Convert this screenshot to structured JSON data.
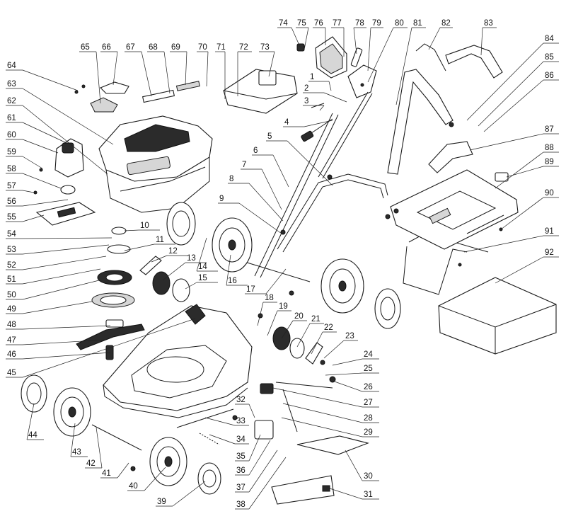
{
  "labels": [
    "1",
    "2",
    "3",
    "4",
    "5",
    "6",
    "7",
    "8",
    "9",
    "10",
    "11",
    "12",
    "13",
    "14",
    "15",
    "16",
    "17",
    "18",
    "19",
    "20",
    "21",
    "22",
    "23",
    "24",
    "25",
    "26",
    "27",
    "28",
    "29",
    "30",
    "31",
    "32",
    "33",
    "34",
    "35",
    "36",
    "37",
    "38",
    "39",
    "40",
    "41",
    "42",
    "43",
    "44",
    "45",
    "46",
    "47",
    "48",
    "49",
    "50",
    "51",
    "52",
    "53",
    "54",
    "55",
    "56",
    "57",
    "58",
    "59",
    "60",
    "61",
    "62",
    "63",
    "64",
    "65",
    "66",
    "67",
    "68",
    "69",
    "70",
    "71",
    "72",
    "73",
    "74",
    "75",
    "76",
    "77",
    "78",
    "79",
    "80",
    "81",
    "82",
    "83",
    "84",
    "85",
    "86",
    "87",
    "88",
    "89",
    "90",
    "91",
    "92"
  ]
}
